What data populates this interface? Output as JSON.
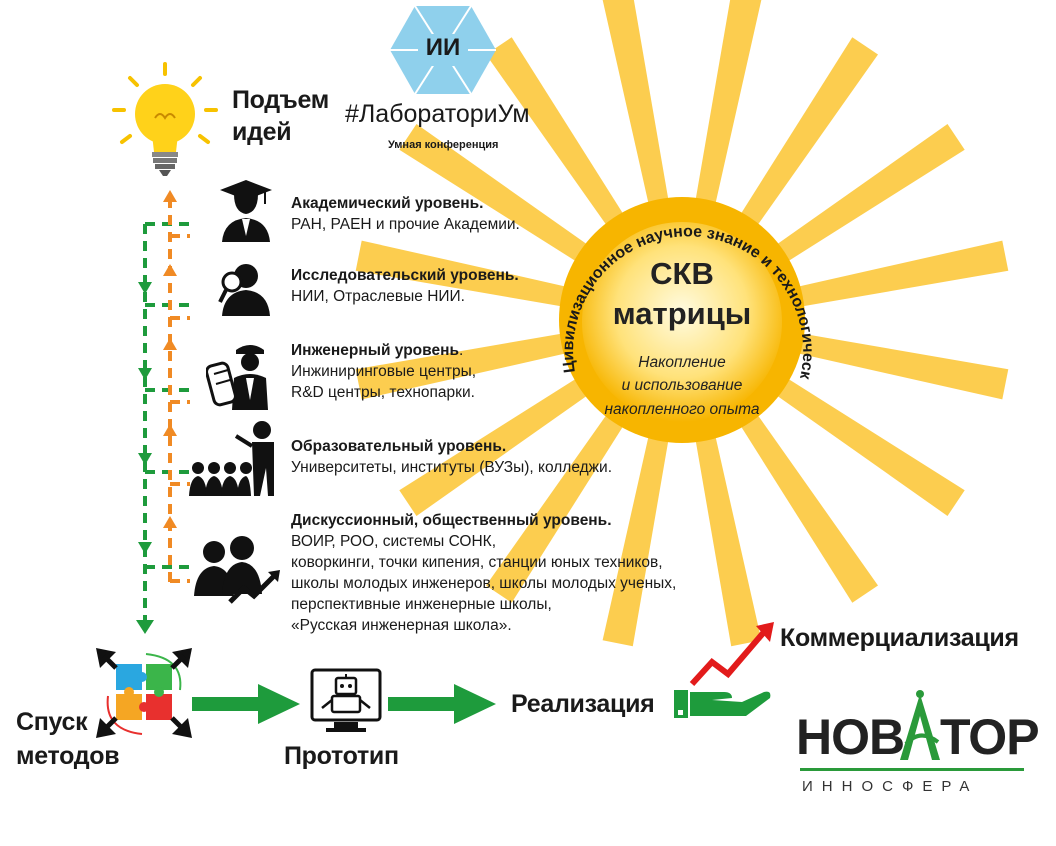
{
  "logo": {
    "hex_text": "ИИ",
    "name": "#ЛабораториУм",
    "subtitle": "Умная конференция"
  },
  "ideas": {
    "line1": "Подъем",
    "line2": "идей"
  },
  "levels": [
    {
      "title": "Академический уровень.",
      "lines": [
        "РАН, РАЕН и прочие Академии."
      ],
      "icon": "academic-icon"
    },
    {
      "title": "Исследовательский уровень.",
      "lines": [
        "НИИ, Отраслевые НИИ."
      ],
      "icon": "researcher-icon"
    },
    {
      "title": "Инженерный уровень",
      "title_suffix": ".",
      "lines": [
        "Инжиниринговые центры,",
        "R&D центры, технопарки."
      ],
      "icon": "engineer-icon"
    },
    {
      "title": "Образовательный уровень.",
      "lines": [
        "Университеты, институты (ВУЗы), колледжи."
      ],
      "icon": "teacher-icon"
    },
    {
      "title": "Дискуссионный, общественный уровень.",
      "lines": [
        "ВОИР, РОО, системы СОНК,",
        "коворкинги, точки кипения, станции юных техников,",
        "школы молодых инженеров, школы молодых ученых,",
        "перспективные инженерные школы,",
        "«Русская инженерная школа»."
      ],
      "icon": "discussion-icon"
    }
  ],
  "sun": {
    "arc_text": "Цивилизационное научное знание и технологический опыт",
    "title1": "СКВ",
    "title2": "матрицы",
    "sub1": "Накопление",
    "sub2": "и использование",
    "sub3": "накопленного опыта"
  },
  "flow": {
    "methods1": "Спуск",
    "methods2": "методов",
    "prototype": "Прототип",
    "realization": "Реализация",
    "commercialization": "Коммерциализация"
  },
  "brand": {
    "name_left": "НОВ",
    "name_right": "ТОР",
    "tagline": "ИННОСФЕРА"
  },
  "colors": {
    "sun": "#f7b500",
    "ray": "#fbc430",
    "green": "#1e9b3c",
    "orange": "#f08a24",
    "hex": "#8fd0ec"
  }
}
